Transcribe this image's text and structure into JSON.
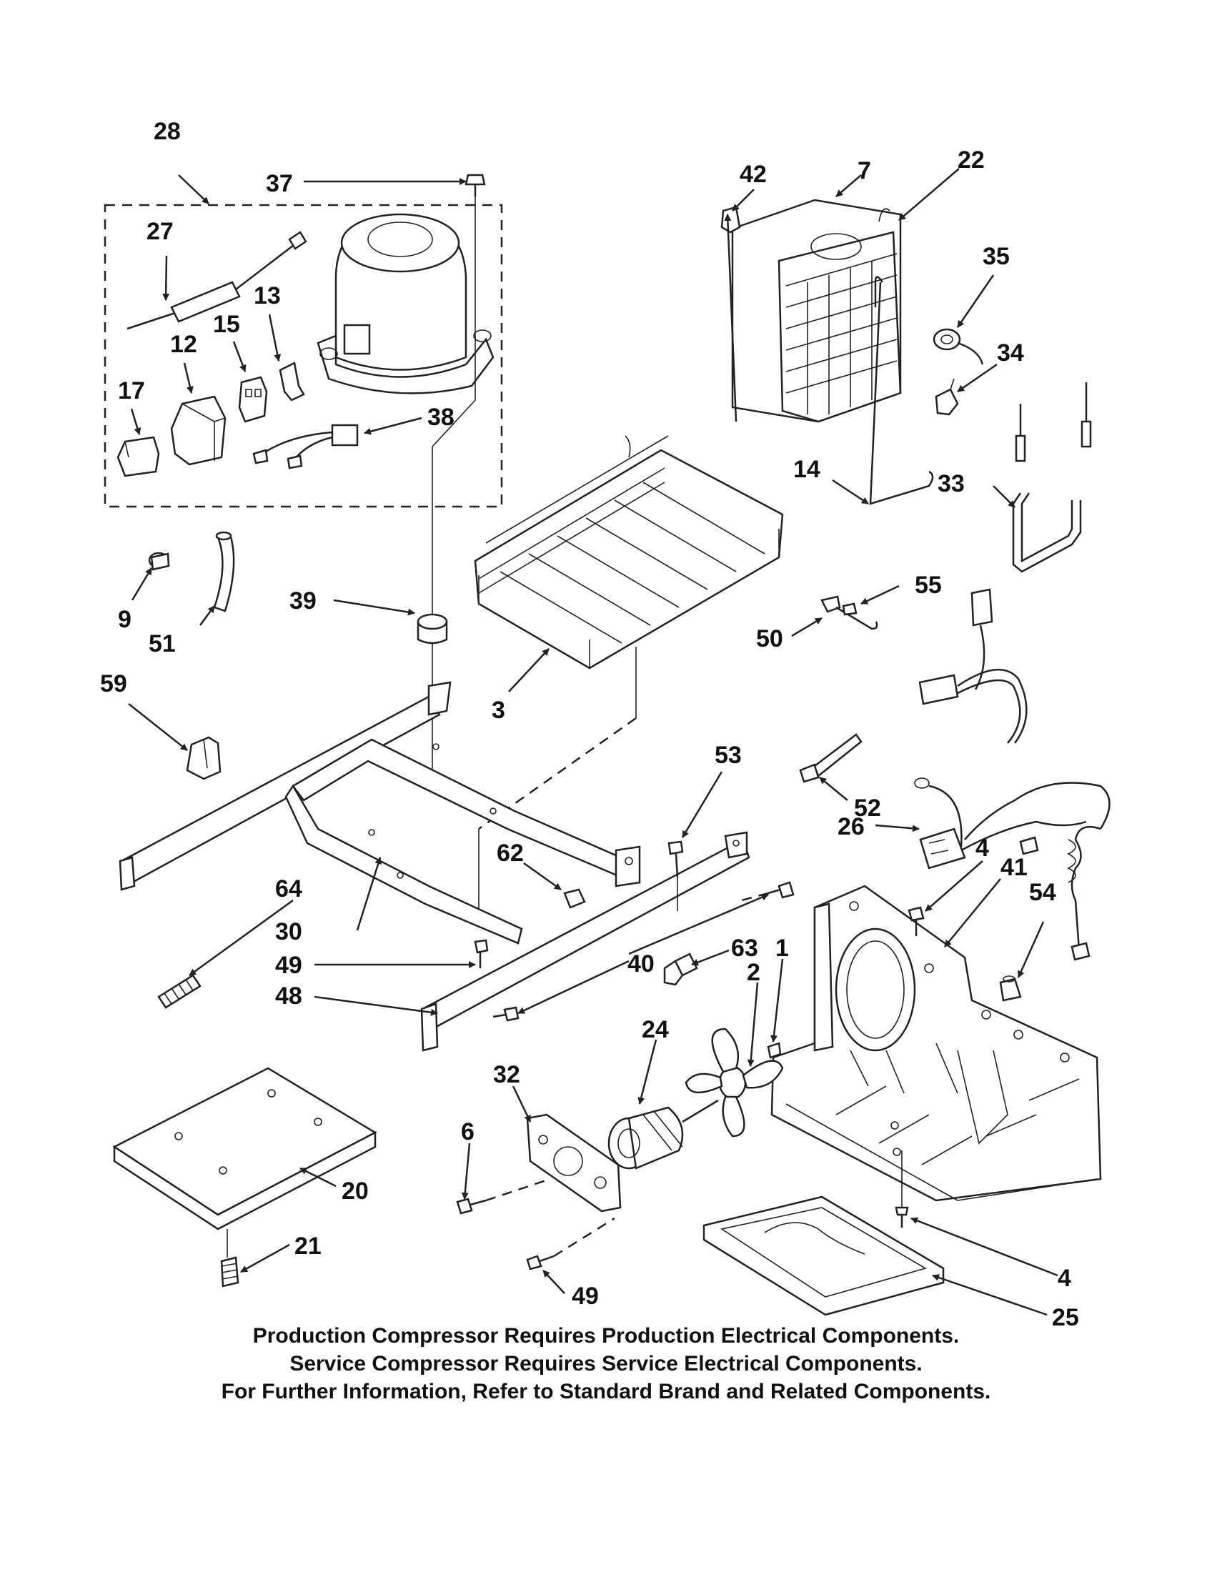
{
  "callouts": {
    "c1": "1",
    "c2": "2",
    "c3": "3",
    "c4a": "4",
    "c4b": "4",
    "c6": "6",
    "c7": "7",
    "c9": "9",
    "c12": "12",
    "c13": "13",
    "c14": "14",
    "c15": "15",
    "c17": "17",
    "c20": "20",
    "c21": "21",
    "c22": "22",
    "c24": "24",
    "c25": "25",
    "c26": "26",
    "c27": "27",
    "c28": "28",
    "c30": "30",
    "c32": "32",
    "c33": "33",
    "c34": "34",
    "c35": "35",
    "c37": "37",
    "c38": "38",
    "c39": "39",
    "c40": "40",
    "c41": "41",
    "c42": "42",
    "c48": "48",
    "c49a": "49",
    "c49b": "49",
    "c50": "50",
    "c51": "51",
    "c52": "52",
    "c53": "53",
    "c54": "54",
    "c55": "55",
    "c59": "59",
    "c62": "62",
    "c63": "63",
    "c64": "64"
  },
  "notes": [
    "Production Compressor Requires Production Electrical Components.",
    "Service Compressor Requires Service Electrical Components.",
    "For Further Information, Refer to Standard Brand and Related Components."
  ]
}
